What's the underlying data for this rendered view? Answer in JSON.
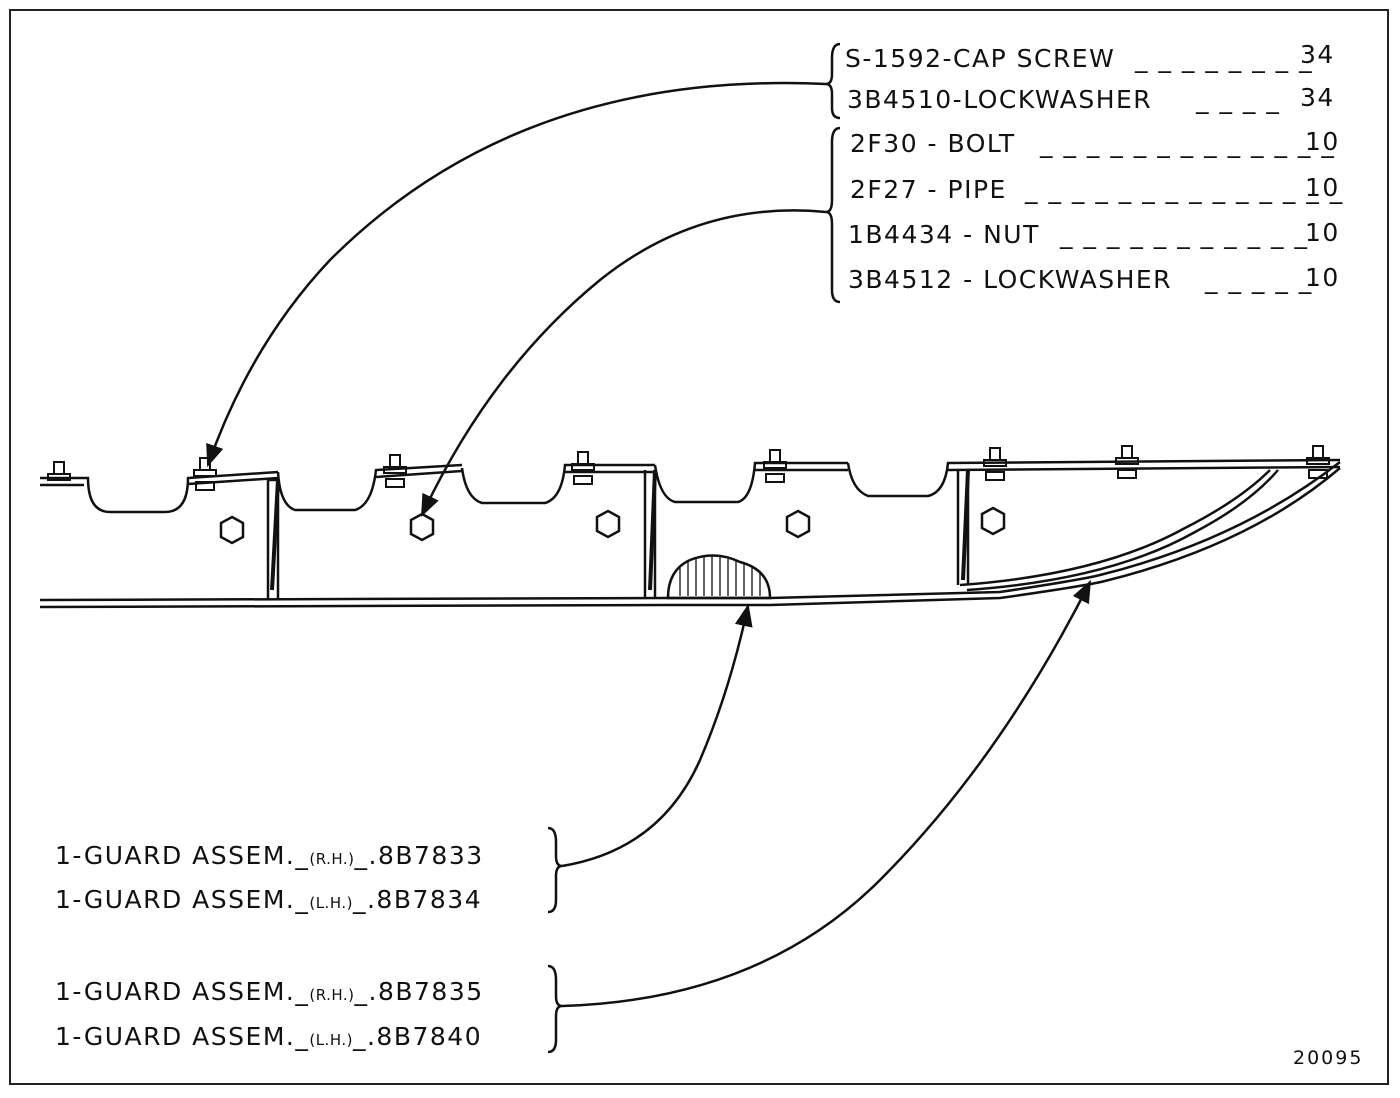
{
  "top_group_a": [
    {
      "part": "S-1592-CAP SCREW",
      "qty": "34"
    },
    {
      "part": "3B4510-LOCKWASHER",
      "qty": "34"
    }
  ],
  "top_group_b": [
    {
      "part": "2F30 - BOLT",
      "qty": "10"
    },
    {
      "part": "2F27 - PIPE",
      "qty": "10"
    },
    {
      "part": "1B4434 - NUT",
      "qty": "10"
    },
    {
      "part": "3B4512 - LOCKWASHER",
      "qty": "10"
    }
  ],
  "bottom_group_a": [
    {
      "prefix": "1-GUARD ASSEM._",
      "side": "(R.H.)",
      "number": "_.8B7833"
    },
    {
      "prefix": "1-GUARD ASSEM._",
      "side": "(L.H.)",
      "number": "_.8B7834"
    }
  ],
  "bottom_group_b": [
    {
      "prefix": "1-GUARD ASSEM._",
      "side": "(R.H.)",
      "number": "_.8B7835"
    },
    {
      "prefix": "1-GUARD ASSEM._",
      "side": "(L.H.)",
      "number": "_.8B7840"
    }
  ],
  "figure_number": "20095"
}
